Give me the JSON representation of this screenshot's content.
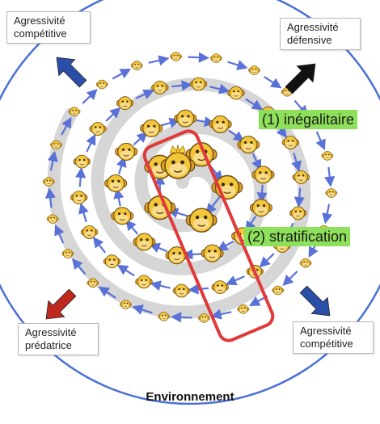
{
  "labels": {
    "top_left": [
      "Agressivité",
      "compétitive"
    ],
    "top_right": [
      "Agressivité",
      "défensive"
    ],
    "bottom_left": [
      "Agressivité",
      "prédatrice"
    ],
    "bottom_right": [
      "Agressivité",
      "compétitive"
    ],
    "inegalitaire": "(1) inégalitaire",
    "stratification": "(2) stratification",
    "environment": "Environnement"
  },
  "colors": {
    "environment_circle": "#4a6fd6",
    "spiral": "#cfcfcf",
    "arrow_links": "#5a72d8",
    "monkey_face": "#f3c63a",
    "highlight_box": "#e03a3a",
    "label_green": "#8ee05a",
    "arrow_blue": "#2a4fa8",
    "arrow_black": "#111111",
    "arrow_red": "#c0281e"
  },
  "icons": {
    "dominant": "crowned-monkey-icon",
    "members": "monkey-face-icon"
  }
}
